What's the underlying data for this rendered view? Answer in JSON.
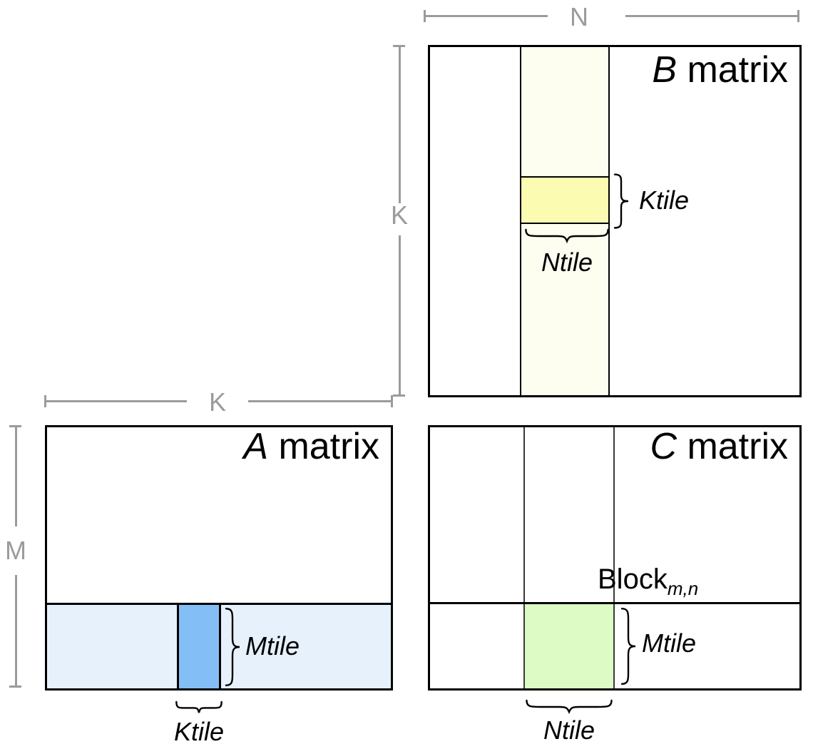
{
  "colors": {
    "outline": "#000000",
    "dim-line": "#9b9b9b",
    "thin-line": "#3a3a3a",
    "strip-ivory": "#fdfdf0",
    "tile-yellow": "#fbfbb1",
    "strip-blue": "#e7f1fc",
    "tile-blue": "#83bef6",
    "tile-green": "#ddfbc5"
  },
  "dimension_labels": {
    "n": "N",
    "k_side": "K",
    "k_top": "K",
    "m": "M"
  },
  "matrix_b": {
    "title_var": "B",
    "title_rest": " matrix",
    "ktile_label": "Ktile",
    "ntile_label": "Ntile"
  },
  "matrix_a": {
    "title_var": "A",
    "title_rest": " matrix",
    "mtile_label": "Mtile",
    "ktile_label": "Ktile"
  },
  "matrix_c": {
    "title_var": "C",
    "title_rest": " matrix",
    "block_label": "Block",
    "block_subscript": "m,n",
    "mtile_label": "Mtile",
    "ntile_label": "Ntile"
  }
}
